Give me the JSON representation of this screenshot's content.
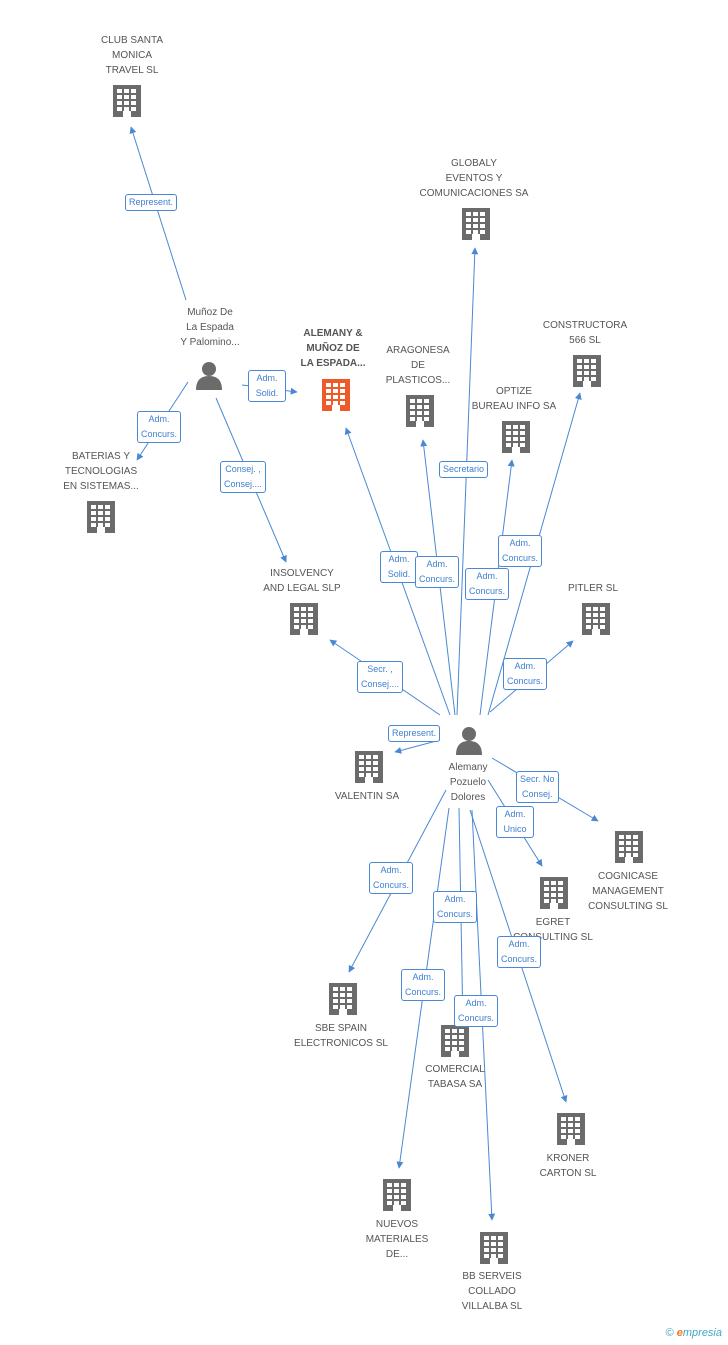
{
  "colors": {
    "edge": "#4a88d4",
    "building": "#6b6b6b",
    "focus_building": "#f05a28",
    "person": "#6b6b6b"
  },
  "nodes": [
    {
      "id": "club",
      "label": "CLUB SANTA\nMONICA\nTRAVEL SL",
      "icon": "building-icon"
    },
    {
      "id": "globaly",
      "label": "GLOBALY\nEVENTOS Y\nCOMUNICACIONES SA",
      "icon": "building-icon"
    },
    {
      "id": "constructora",
      "label": "CONSTRUCTORA\n566 SL",
      "icon": "building-icon"
    },
    {
      "id": "munoz",
      "label": "Muñoz De\nLa Espada\nY Palomino...",
      "icon": "person-icon"
    },
    {
      "id": "alemany_sl",
      "label": "ALEMANY &\nMUÑOZ DE\nLA ESPADA...",
      "icon": "building-icon",
      "focus": true
    },
    {
      "id": "aragonesa",
      "label": "ARAGONESA\nDE\nPLASTICOS...",
      "icon": "building-icon"
    },
    {
      "id": "optize",
      "label": "OPTIZE\nBUREAU INFO SA",
      "icon": "building-icon"
    },
    {
      "id": "baterias",
      "label": "BATERIAS Y\nTECNOLOGIAS\nEN SISTEMAS...",
      "icon": "building-icon"
    },
    {
      "id": "insolvency",
      "label": "INSOLVENCY\nAND LEGAL SLP",
      "icon": "building-icon"
    },
    {
      "id": "pitler",
      "label": "PITLER  SL",
      "icon": "building-icon"
    },
    {
      "id": "valentin",
      "label": "VALENTIN SA",
      "icon": "building-icon"
    },
    {
      "id": "alemany_p",
      "label": "Alemany\nPozuelo\nDolores",
      "icon": "person-icon"
    },
    {
      "id": "cognicase",
      "label": "COGNICASE\nMANAGEMENT\nCONSULTING SL",
      "icon": "building-icon"
    },
    {
      "id": "egret",
      "label": "EGRET\nCONSULTING SL",
      "icon": "building-icon"
    },
    {
      "id": "sbe",
      "label": "SBE SPAIN\nELECTRONICOS SL",
      "icon": "building-icon"
    },
    {
      "id": "comercial",
      "label": "COMERCIAL\nTABASA SA",
      "icon": "building-icon"
    },
    {
      "id": "kroner",
      "label": "KRONER\nCARTON SL",
      "icon": "building-icon"
    },
    {
      "id": "nuevos",
      "label": "NUEVOS\nMATERIALES\nDE...",
      "icon": "building-icon"
    },
    {
      "id": "bb",
      "label": "BB SERVEIS\nCOLLADO\nVILLALBA SL",
      "icon": "building-icon"
    }
  ],
  "edges": [
    {
      "from": "munoz",
      "to": "club",
      "label": "Represent."
    },
    {
      "from": "munoz",
      "to": "alemany_sl",
      "label": "Adm.\nSolid."
    },
    {
      "from": "munoz",
      "to": "baterias",
      "label": "Adm.\nConcurs."
    },
    {
      "from": "munoz",
      "to": "insolvency",
      "label": "Consej. ,\nConsej...."
    },
    {
      "from": "alemany_p",
      "to": "globaly",
      "label": "Secretario"
    },
    {
      "from": "alemany_p",
      "to": "constructora",
      "label": "Adm.\nConcurs."
    },
    {
      "from": "alemany_p",
      "to": "alemany_sl",
      "label": "Adm.\nSolid."
    },
    {
      "from": "alemany_p",
      "to": "aragonesa",
      "label": "Adm.\nConcurs."
    },
    {
      "from": "alemany_p",
      "to": "optize",
      "label": "Adm.\nConcurs."
    },
    {
      "from": "alemany_p",
      "to": "insolvency",
      "label": "Secr. ,\nConsej...."
    },
    {
      "from": "alemany_p",
      "to": "pitler",
      "label": "Adm.\nConcurs."
    },
    {
      "from": "alemany_p",
      "to": "valentin",
      "label": "Represent."
    },
    {
      "from": "alemany_p",
      "to": "cognicase",
      "label": "Secr.  No\nConsej."
    },
    {
      "from": "alemany_p",
      "to": "egret",
      "label": "Adm.\nUnico"
    },
    {
      "from": "alemany_p",
      "to": "sbe",
      "label": "Adm.\nConcurs."
    },
    {
      "from": "alemany_p",
      "to": "comercial",
      "label": "Adm.\nConcurs."
    },
    {
      "from": "alemany_p",
      "to": "kroner",
      "label": "Adm.\nConcurs."
    },
    {
      "from": "alemany_p",
      "to": "nuevos",
      "label": "Adm.\nConcurs."
    },
    {
      "from": "alemany_p",
      "to": "bb",
      "label": "Adm.\nConcurs."
    }
  ],
  "brand": {
    "copyright": "©",
    "name_first": "e",
    "name_rest": "mpresia"
  }
}
